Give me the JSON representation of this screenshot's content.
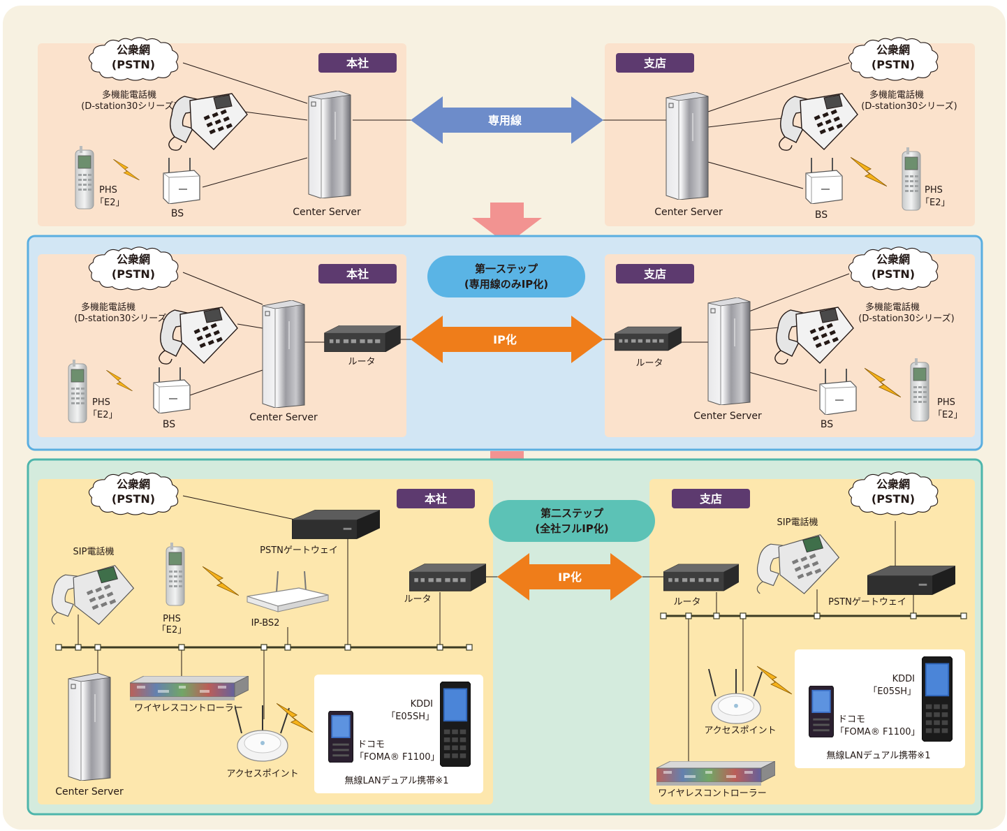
{
  "common": {
    "pstn_line1": "公衆網",
    "pstn_line2": "(PSTN)",
    "head_office": "本社",
    "branch": "支店",
    "multi_phone_line1": "多機能電話機",
    "multi_phone_line2": "(D-station30シリーズ)",
    "phs_line1": "PHS",
    "phs_line2": "「E2」",
    "bs": "BS",
    "center_server": "Center Server",
    "router": "ルータ",
    "sip_phone": "SIP電話機",
    "pstn_gateway": "PSTNゲートウェイ",
    "ip_bs2": "IP-BS2",
    "wireless_controller": "ワイヤレスコントローラー",
    "access_point": "アクセスポイント",
    "kddi_line1": "KDDI",
    "kddi_line2": "「E05SH」",
    "docomo_line1": "ドコモ",
    "docomo_line2": "「FOMA® F1100」",
    "dual_phone": "無線LANデュアル携帯※1"
  },
  "current": {
    "link_label": "専用線"
  },
  "step1": {
    "title_line1": "第一ステップ",
    "title_line2": "(専用線のみIP化)",
    "link_label": "IP化"
  },
  "step2": {
    "title_line1": "第二ステップ",
    "title_line2": "(全社フルIP化)",
    "link_label": "IP化"
  },
  "colors": {
    "badge": "#5d3a6f",
    "site_bg": "#fbe2cc",
    "step1_frame": "#5aaee0",
    "step1_bg": "#d2e6f4",
    "step2_frame": "#4db5ab",
    "step2_bg": "#d4ebdd",
    "step2_site_bg": "#fde7ad",
    "leased_arrow": "#6d8cca",
    "ip_arrow": "#ef7d1a",
    "down_arrow": "#f29391",
    "step1_pill": "#5ab4e5",
    "step2_pill": "#5cc2b6"
  }
}
